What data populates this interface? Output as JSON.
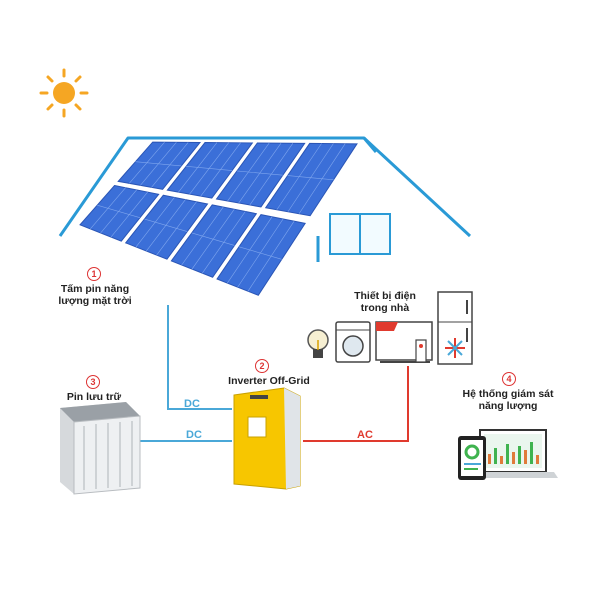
{
  "components": [
    {
      "number": "1",
      "label_line1": "Tấm pin năng",
      "label_line2": "lượng mặt trời"
    },
    {
      "number": "2",
      "label_line1": "Inverter Off-Grid",
      "label_line2": ""
    },
    {
      "number": "3",
      "label_line1": "Pin lưu trữ",
      "label_line2": ""
    },
    {
      "number": "4",
      "label_line1": "Hệ thống giám sát",
      "label_line2": "năng lượng"
    }
  ],
  "appliances": {
    "label_line1": "Thiết bị điện",
    "label_line2": "trong nhà"
  },
  "wires": [
    {
      "label": "DC",
      "color": "#4aa8d8"
    },
    {
      "label": "DC",
      "color": "#4aa8d8"
    },
    {
      "label": "AC",
      "color": "#e03a2e"
    }
  ],
  "colors": {
    "dc": "#4aa8d8",
    "ac": "#e03a2e",
    "roof": "#2a9ad6",
    "panel": "#3b6fd8",
    "sun": "#f5a623",
    "inverter": "#f7c600"
  }
}
